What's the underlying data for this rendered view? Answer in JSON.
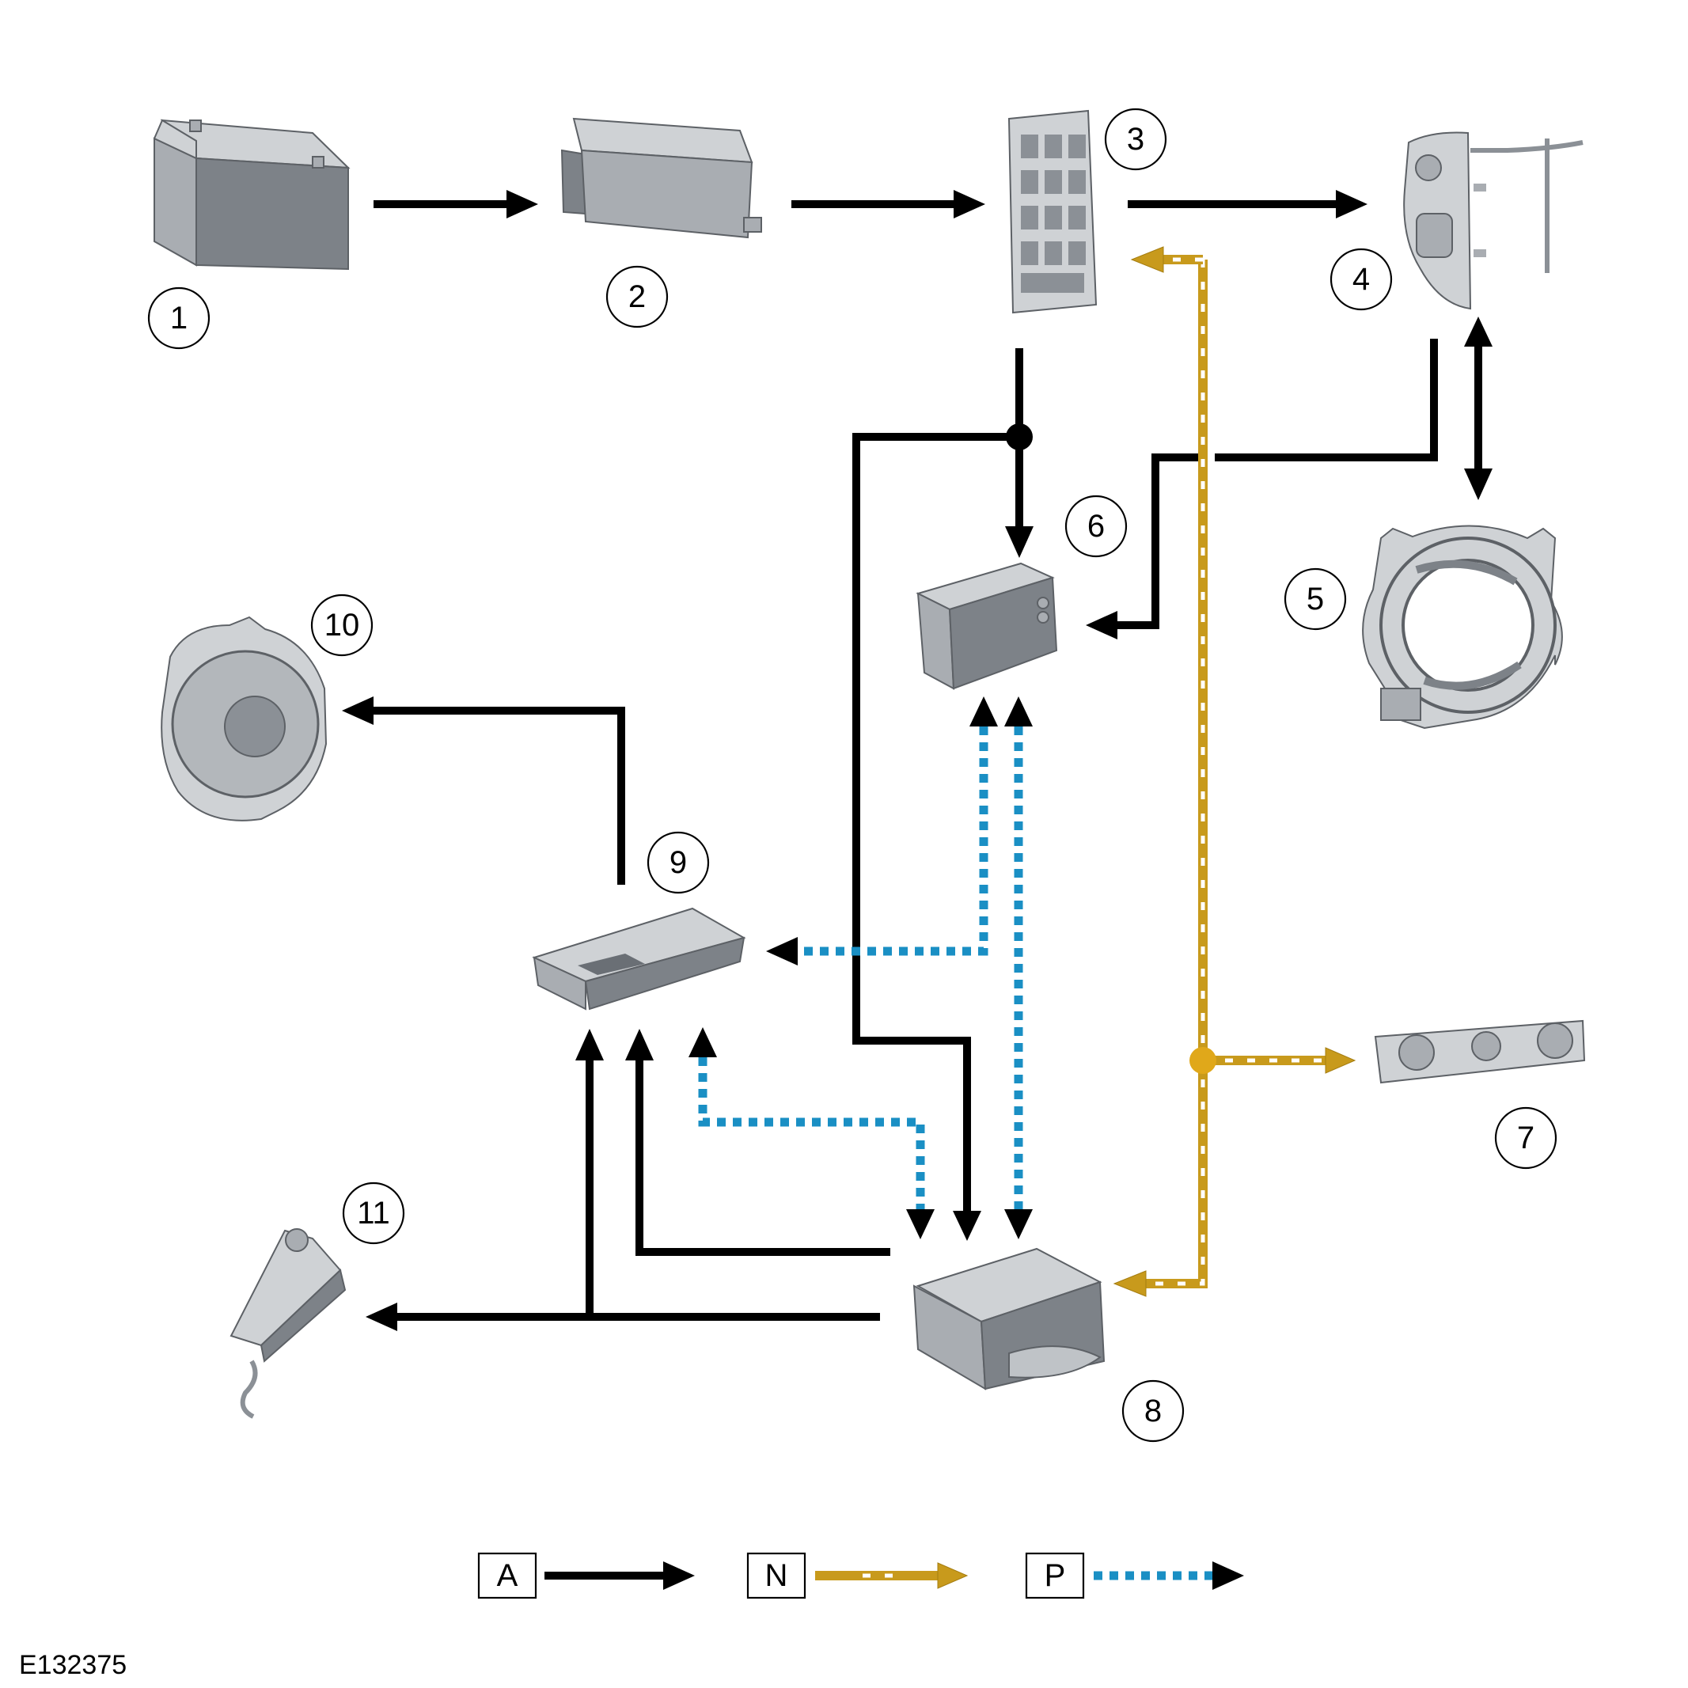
{
  "components": [
    {
      "number": "1",
      "icon": "battery-icon"
    },
    {
      "number": "2",
      "icon": "fuse-box-icon"
    },
    {
      "number": "3",
      "icon": "junction-box-icon"
    },
    {
      "number": "4",
      "icon": "steering-wheel-switch-icon"
    },
    {
      "number": "5",
      "icon": "clockspring-icon"
    },
    {
      "number": "6",
      "icon": "control-module-icon"
    },
    {
      "number": "7",
      "icon": "control-panel-icon"
    },
    {
      "number": "8",
      "icon": "audio-unit-icon"
    },
    {
      "number": "9",
      "icon": "amplifier-icon"
    },
    {
      "number": "10",
      "icon": "speaker-icon"
    },
    {
      "number": "11",
      "icon": "antenna-module-icon"
    }
  ],
  "legend": [
    {
      "label": "A",
      "style": "solid-black"
    },
    {
      "label": "N",
      "style": "yellow-dashed"
    },
    {
      "label": "P",
      "style": "blue-dotted"
    }
  ],
  "colors": {
    "wire_a": "#000000",
    "wire_n": "#c89a1c",
    "wire_p": "#1a8fc4"
  },
  "reference": "E132375"
}
